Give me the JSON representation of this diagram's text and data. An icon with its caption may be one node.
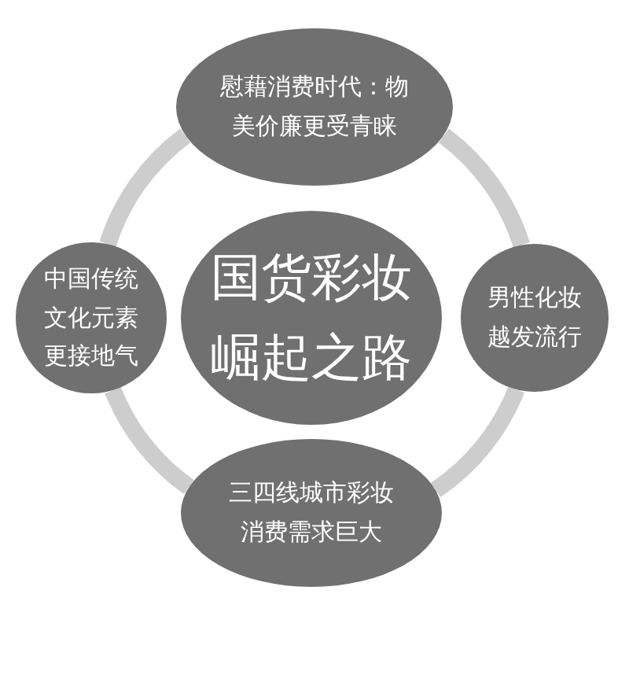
{
  "diagram": {
    "nodes": [
      {
        "text": [
          "慰藉消费时代：物美价廉更受青睐"
        ]
      },
      {
        "text": [
          "中国传统文化元素更接地气"
        ]
      },
      {
        "text": [
          "国货彩妆崛起之路"
        ]
      },
      {
        "text": [
          "男性化妆越发流行"
        ]
      },
      {
        "text": [
          "三四线城市彩妆消费需求巨大"
        ]
      }
    ],
    "edges": [
      {
        "from": 0,
        "to": 3,
        "arrow": "none"
      },
      {
        "from": 3,
        "to": 4,
        "arrow": "none"
      },
      {
        "from": 4,
        "to": 1,
        "arrow": "none"
      },
      {
        "from": 1,
        "to": 0,
        "arrow": "none"
      }
    ]
  }
}
